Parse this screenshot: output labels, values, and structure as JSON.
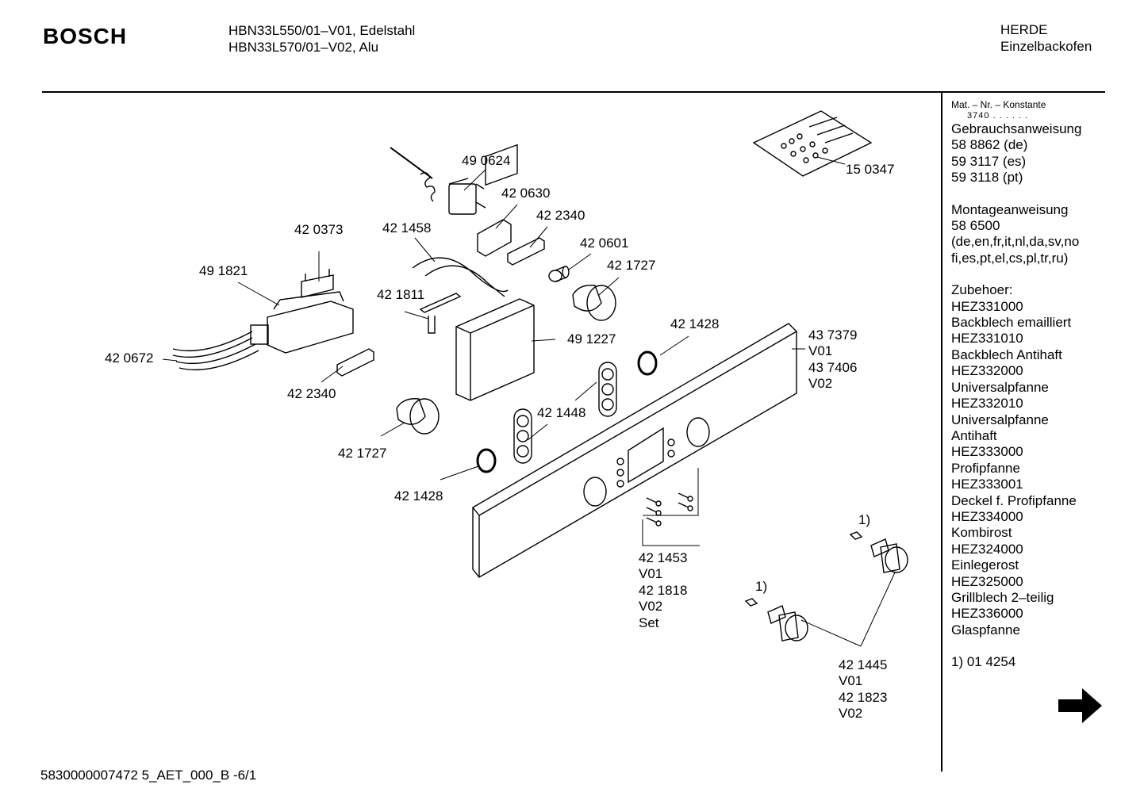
{
  "header": {
    "brand": "BOSCH",
    "model_lines": [
      "HBN33L550/01–V01, Edelstahl",
      "HBN33L570/01–V02, Alu"
    ],
    "category_lines": [
      "HERDE",
      "Einzelbackofen"
    ]
  },
  "sidebar": {
    "mat_heading": "Mat. – Nr. – Konstante",
    "mat_value": "3740 . . . . . .",
    "lines": [
      "Gebrauchsanweisung",
      "58 8862 (de)",
      "59 3117 (es)",
      "59 3118 (pt)",
      "",
      "Montageanweisung",
      "58 6500",
      "(de,en,fr,it,nl,da,sv,no",
      "fi,es,pt,el,cs,pl,tr,ru)",
      "",
      "Zubehoer:",
      "HEZ331000",
      "Backblech emailliert",
      "HEZ331010",
      "Backblech Antihaft",
      "HEZ332000",
      "Universalpfanne",
      "HEZ332010",
      "Universalpfanne",
      "Antihaft",
      "HEZ333000",
      "Profipfanne",
      "HEZ333001",
      "Deckel f. Profipfanne",
      "HEZ334000",
      "Kombirost",
      "HEZ324000",
      "Einlegerost",
      "HEZ325000",
      "Grillblech 2–teilig",
      "HEZ336000",
      "Glaspfanne",
      "",
      "1) 01 4254"
    ]
  },
  "parts": {
    "p490624": "49 0624",
    "p420630": "42 0630",
    "p422340a": "42 2340",
    "p420601": "42 0601",
    "p421727a": "42 1727",
    "p420373": "42 0373",
    "p421458": "42 1458",
    "p491821": "49 1821",
    "p421811": "42 1811",
    "p491227": "49 1227",
    "p421428a": "42 1428",
    "p420672": "42 0672",
    "p422340b": "42 2340",
    "p421448": "42 1448",
    "p421727b": "42 1727",
    "p421428b": "42 1428",
    "p150347": "15 0347",
    "panel_lines": [
      "43 7379",
      "V01",
      "43 7406",
      "V02"
    ],
    "screws_lines": [
      "42 1453",
      "V01",
      "42 1818",
      "V02",
      "Set"
    ],
    "knobs_lines": [
      "42 1445",
      "V01",
      "42 1823",
      "V02"
    ],
    "note_a": "1)",
    "note_b": "1)"
  },
  "footer": {
    "doc_id": "5830000007472 5_AET_000_B -6/1"
  },
  "icons": {
    "next": "arrow-right-icon"
  }
}
